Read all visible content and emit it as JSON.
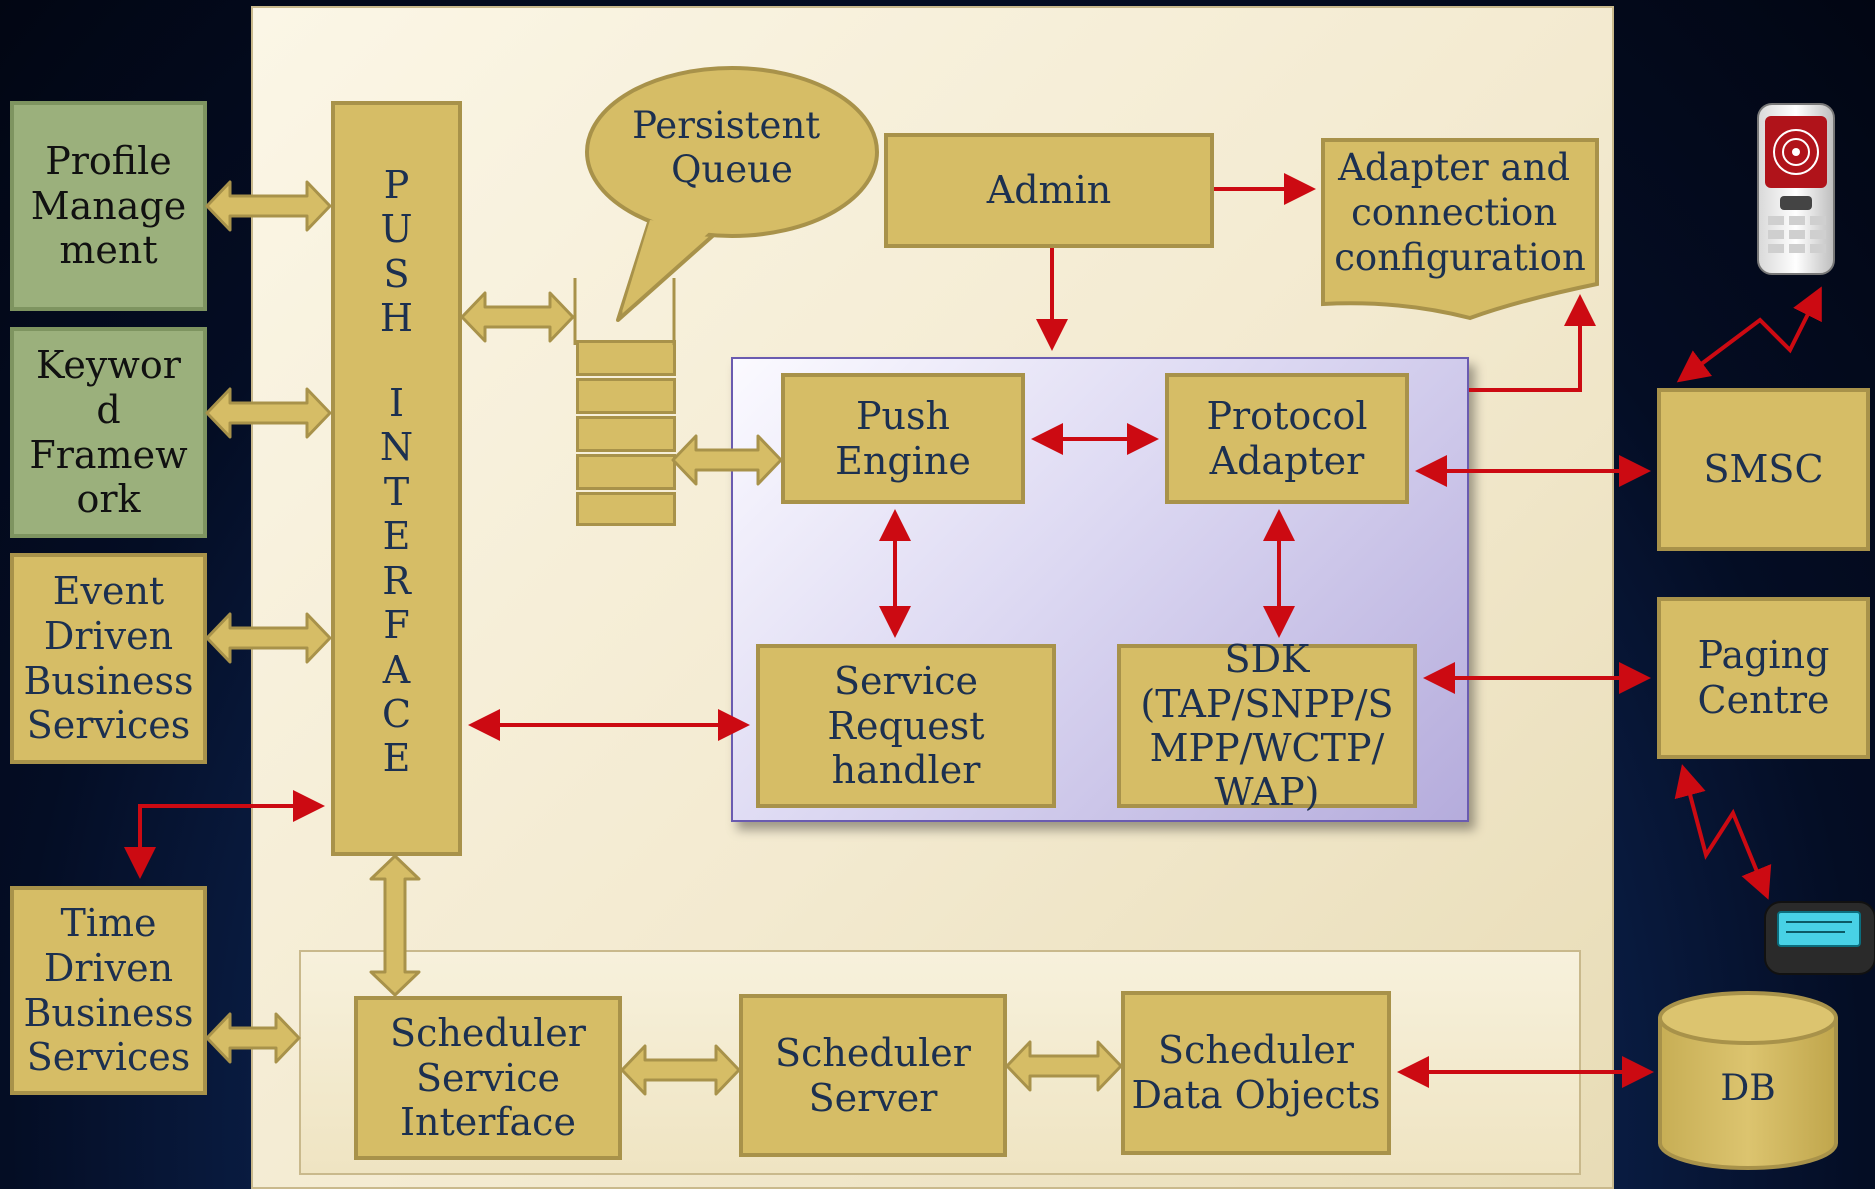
{
  "left_boxes": {
    "profile": "Profile\nManage\nment",
    "keyword": "Keywor\nd\nFramew\nork",
    "event": "Event\nDriven\nBusiness\nServices",
    "time": "Time\nDriven\nBusiness\nServices"
  },
  "push_interface": {
    "word1": [
      "P",
      "U",
      "S",
      "H"
    ],
    "word2": [
      "I",
      "N",
      "T",
      "E",
      "R",
      "F",
      "A",
      "C",
      "E"
    ]
  },
  "persistent_queue": "Persistent\nQueue",
  "admin": "Admin",
  "adapter_config": "Adapter and\nconnection\nconfiguration",
  "push_engine": "Push\nEngine",
  "protocol_adapter": "Protocol\nAdapter",
  "service_request_handler": "Service\nRequest\nhandler",
  "sdk": "SDK\n(TAP/SNPP/S\nMPP/WCTP/\nWAP)",
  "smsc": "SMSC",
  "paging_centre": "Paging\nCentre",
  "db": "DB",
  "scheduler_service_interface": "Scheduler\nService\nInterface",
  "scheduler_server": "Scheduler\nServer",
  "scheduler_data_objects": "Scheduler\nData Objects",
  "colors": {
    "box_fill": "#d6bd66",
    "box_border": "#a8924a",
    "green_fill": "#9bb07c",
    "arrow_red": "#cc0a12",
    "text_blue": "#1c3050"
  },
  "icons": [
    "mobile-phone-icon",
    "pager-icon",
    "database-cylinder-icon"
  ]
}
